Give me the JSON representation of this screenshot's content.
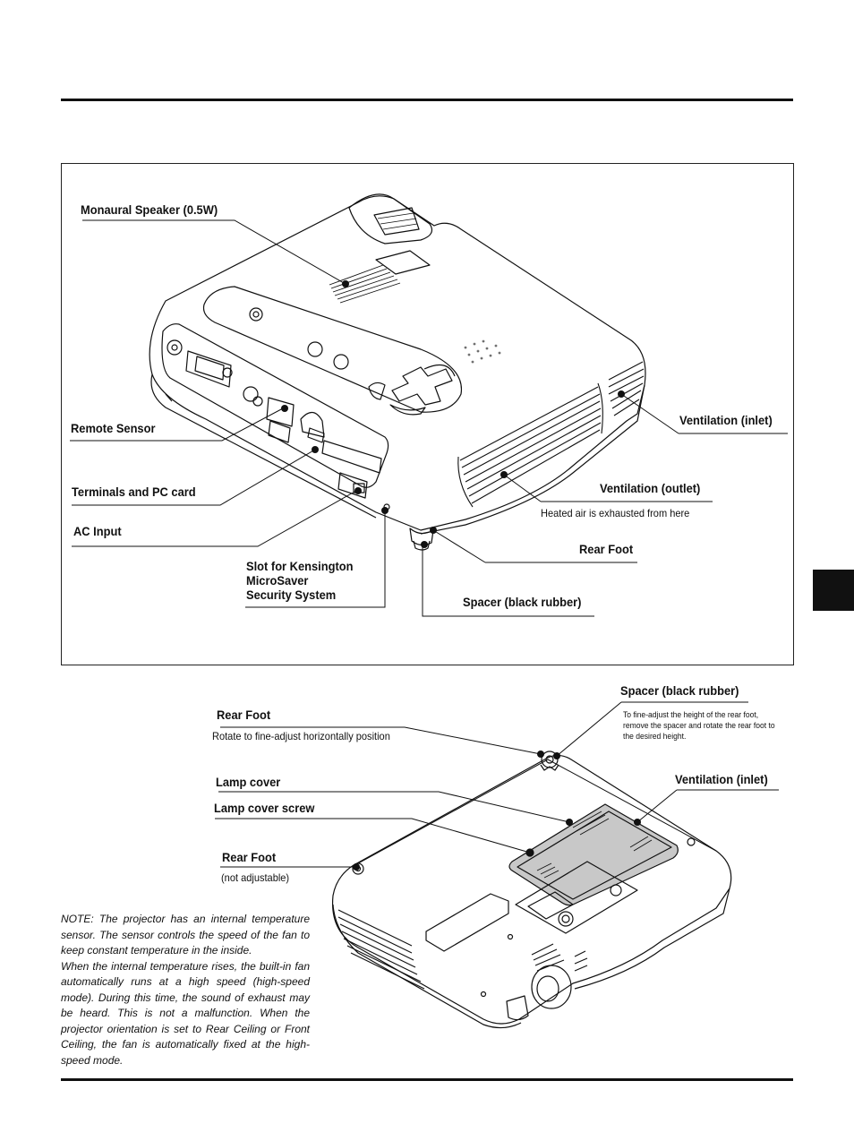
{
  "top_diagram": {
    "labels": {
      "speaker": "Monaural Speaker (0.5W)",
      "remote_sensor": "Remote Sensor",
      "terminals": "Terminals and PC card",
      "ac_input": "AC Input",
      "kensington_line1": "Slot for Kensington",
      "kensington_line2": "MicroSaver",
      "kensington_line3": "Security System",
      "ventilation_inlet": "Ventilation (inlet)",
      "ventilation_outlet": "Ventilation (outlet)",
      "ventilation_outlet_sub": "Heated air is exhausted from here",
      "rear_foot": "Rear Foot",
      "spacer": "Spacer (black rubber)"
    }
  },
  "bottom_diagram": {
    "labels": {
      "spacer": "Spacer (black rubber)",
      "spacer_sub": "To fine-adjust the height of the rear foot, remove the spacer and rotate the rear foot to the desired height.",
      "rear_foot_adj": "Rear Foot",
      "rear_foot_adj_sub": "Rotate to fine-adjust horizontally position",
      "lamp_cover": "Lamp cover",
      "lamp_cover_screw": "Lamp cover screw",
      "ventilation_inlet": "Ventilation (inlet)",
      "rear_foot_fixed": "Rear Foot",
      "rear_foot_fixed_sub": "(not adjustable)"
    }
  },
  "note": {
    "p1": "NOTE: The projector has an internal temperature sensor. The sensor controls the speed of the fan to keep constant temperature in the inside.",
    "p2": "When the internal temperature rises, the built-in fan automatically runs at a high speed (high-speed mode). During this time, the sound of exhaust may be heard. This is not a malfunction. When the projector orientation is set to Rear Ceiling or Front Ceiling, the fan is automatically fixed at the high-speed mode."
  }
}
